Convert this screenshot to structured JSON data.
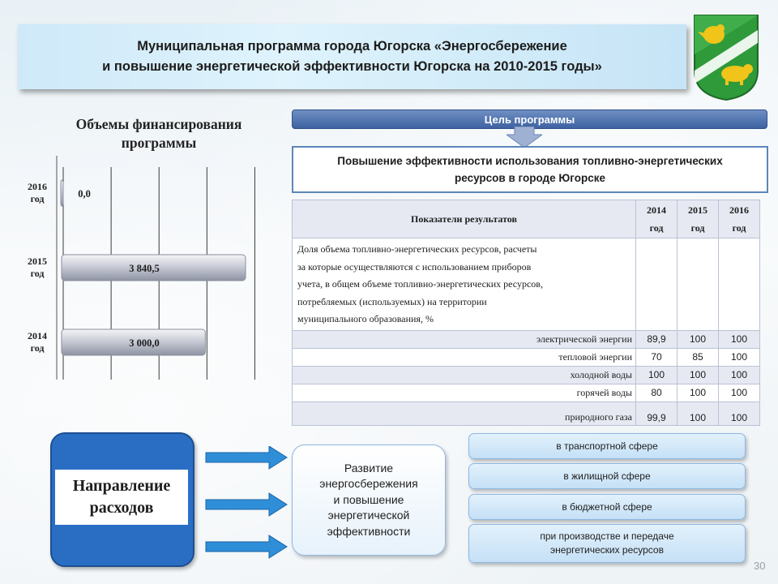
{
  "title": {
    "line1": "Муниципальная программа города Югорска «Энергосбережение",
    "line2": "и повышение энергетической эффективности Югорска на 2010-2015 годы»"
  },
  "funding": {
    "title_line1": "Объемы финансирования",
    "title_line2": "программы"
  },
  "chart_data": {
    "type": "bar",
    "orientation": "horizontal",
    "title": "Объемы финансирования программы",
    "categories": [
      "2016 год",
      "2015 год",
      "2014 год"
    ],
    "values": [
      0.0,
      3840.5,
      3000.0
    ],
    "value_labels": [
      "0,0",
      "3 840,5",
      "3 000,0"
    ],
    "xlim": [
      0,
      4500
    ],
    "grid": true,
    "bar_color": "#c9ccd6"
  },
  "goal": {
    "header": "Цель программы",
    "text_line1": "Повышение эффективности использования топливно-энергетических",
    "text_line2": "ресурсов в городе Югорске"
  },
  "indicators": {
    "header_label": "Показатели   результатов",
    "years": [
      {
        "num": "2014",
        "suffix": "год"
      },
      {
        "num": "2015",
        "suffix": "год"
      },
      {
        "num": "2016",
        "suffix": "год"
      }
    ],
    "description_lines": [
      "Доля объема топливно-энергетических ресурсов, расчеты",
      "за которые осуществляются с использованием приборов",
      "учета, в общем объеме топливно-энергетических ресурсов,",
      "потребляемых (используемых) на территории",
      "муниципального образования, %"
    ],
    "rows": [
      {
        "label": "электрической энергии",
        "v2014": "89,9",
        "v2015": "100",
        "v2016": "100"
      },
      {
        "label": "тепловой энергии",
        "v2014": "70",
        "v2015": "85",
        "v2016": "100"
      },
      {
        "label": "холодной воды",
        "v2014": "100",
        "v2015": "100",
        "v2016": "100"
      },
      {
        "label": "горячей воды",
        "v2014": "80",
        "v2015": "100",
        "v2016": "100"
      },
      {
        "label": "природного газа",
        "v2014": "99,9",
        "v2015": "100",
        "v2016": "100"
      }
    ]
  },
  "direction": {
    "line1": "Направление",
    "line2": "расходов"
  },
  "development": {
    "lines": [
      "Развитие",
      "энергосбережения",
      "и повышение",
      "энергетической",
      "эффективности"
    ]
  },
  "spheres": {
    "transport": "в транспортной сфере",
    "housing": "в жилищной сфере",
    "budget": "в бюджетной сфере",
    "production_line1": "при производстве и передаче",
    "production_line2": "энергетических ресурсов"
  },
  "page_number": "30",
  "colors": {
    "accent_blue": "#2a6ec4",
    "header_blue": "#3e62a2",
    "coat_green": "#2e9a3a",
    "coat_yellow": "#f0c419"
  },
  "icons": {
    "coat_of_arms": "coat-of-arms-icon",
    "goal_arrow": "down-arrow-icon",
    "direction_arrows": "right-arrow-icon"
  }
}
